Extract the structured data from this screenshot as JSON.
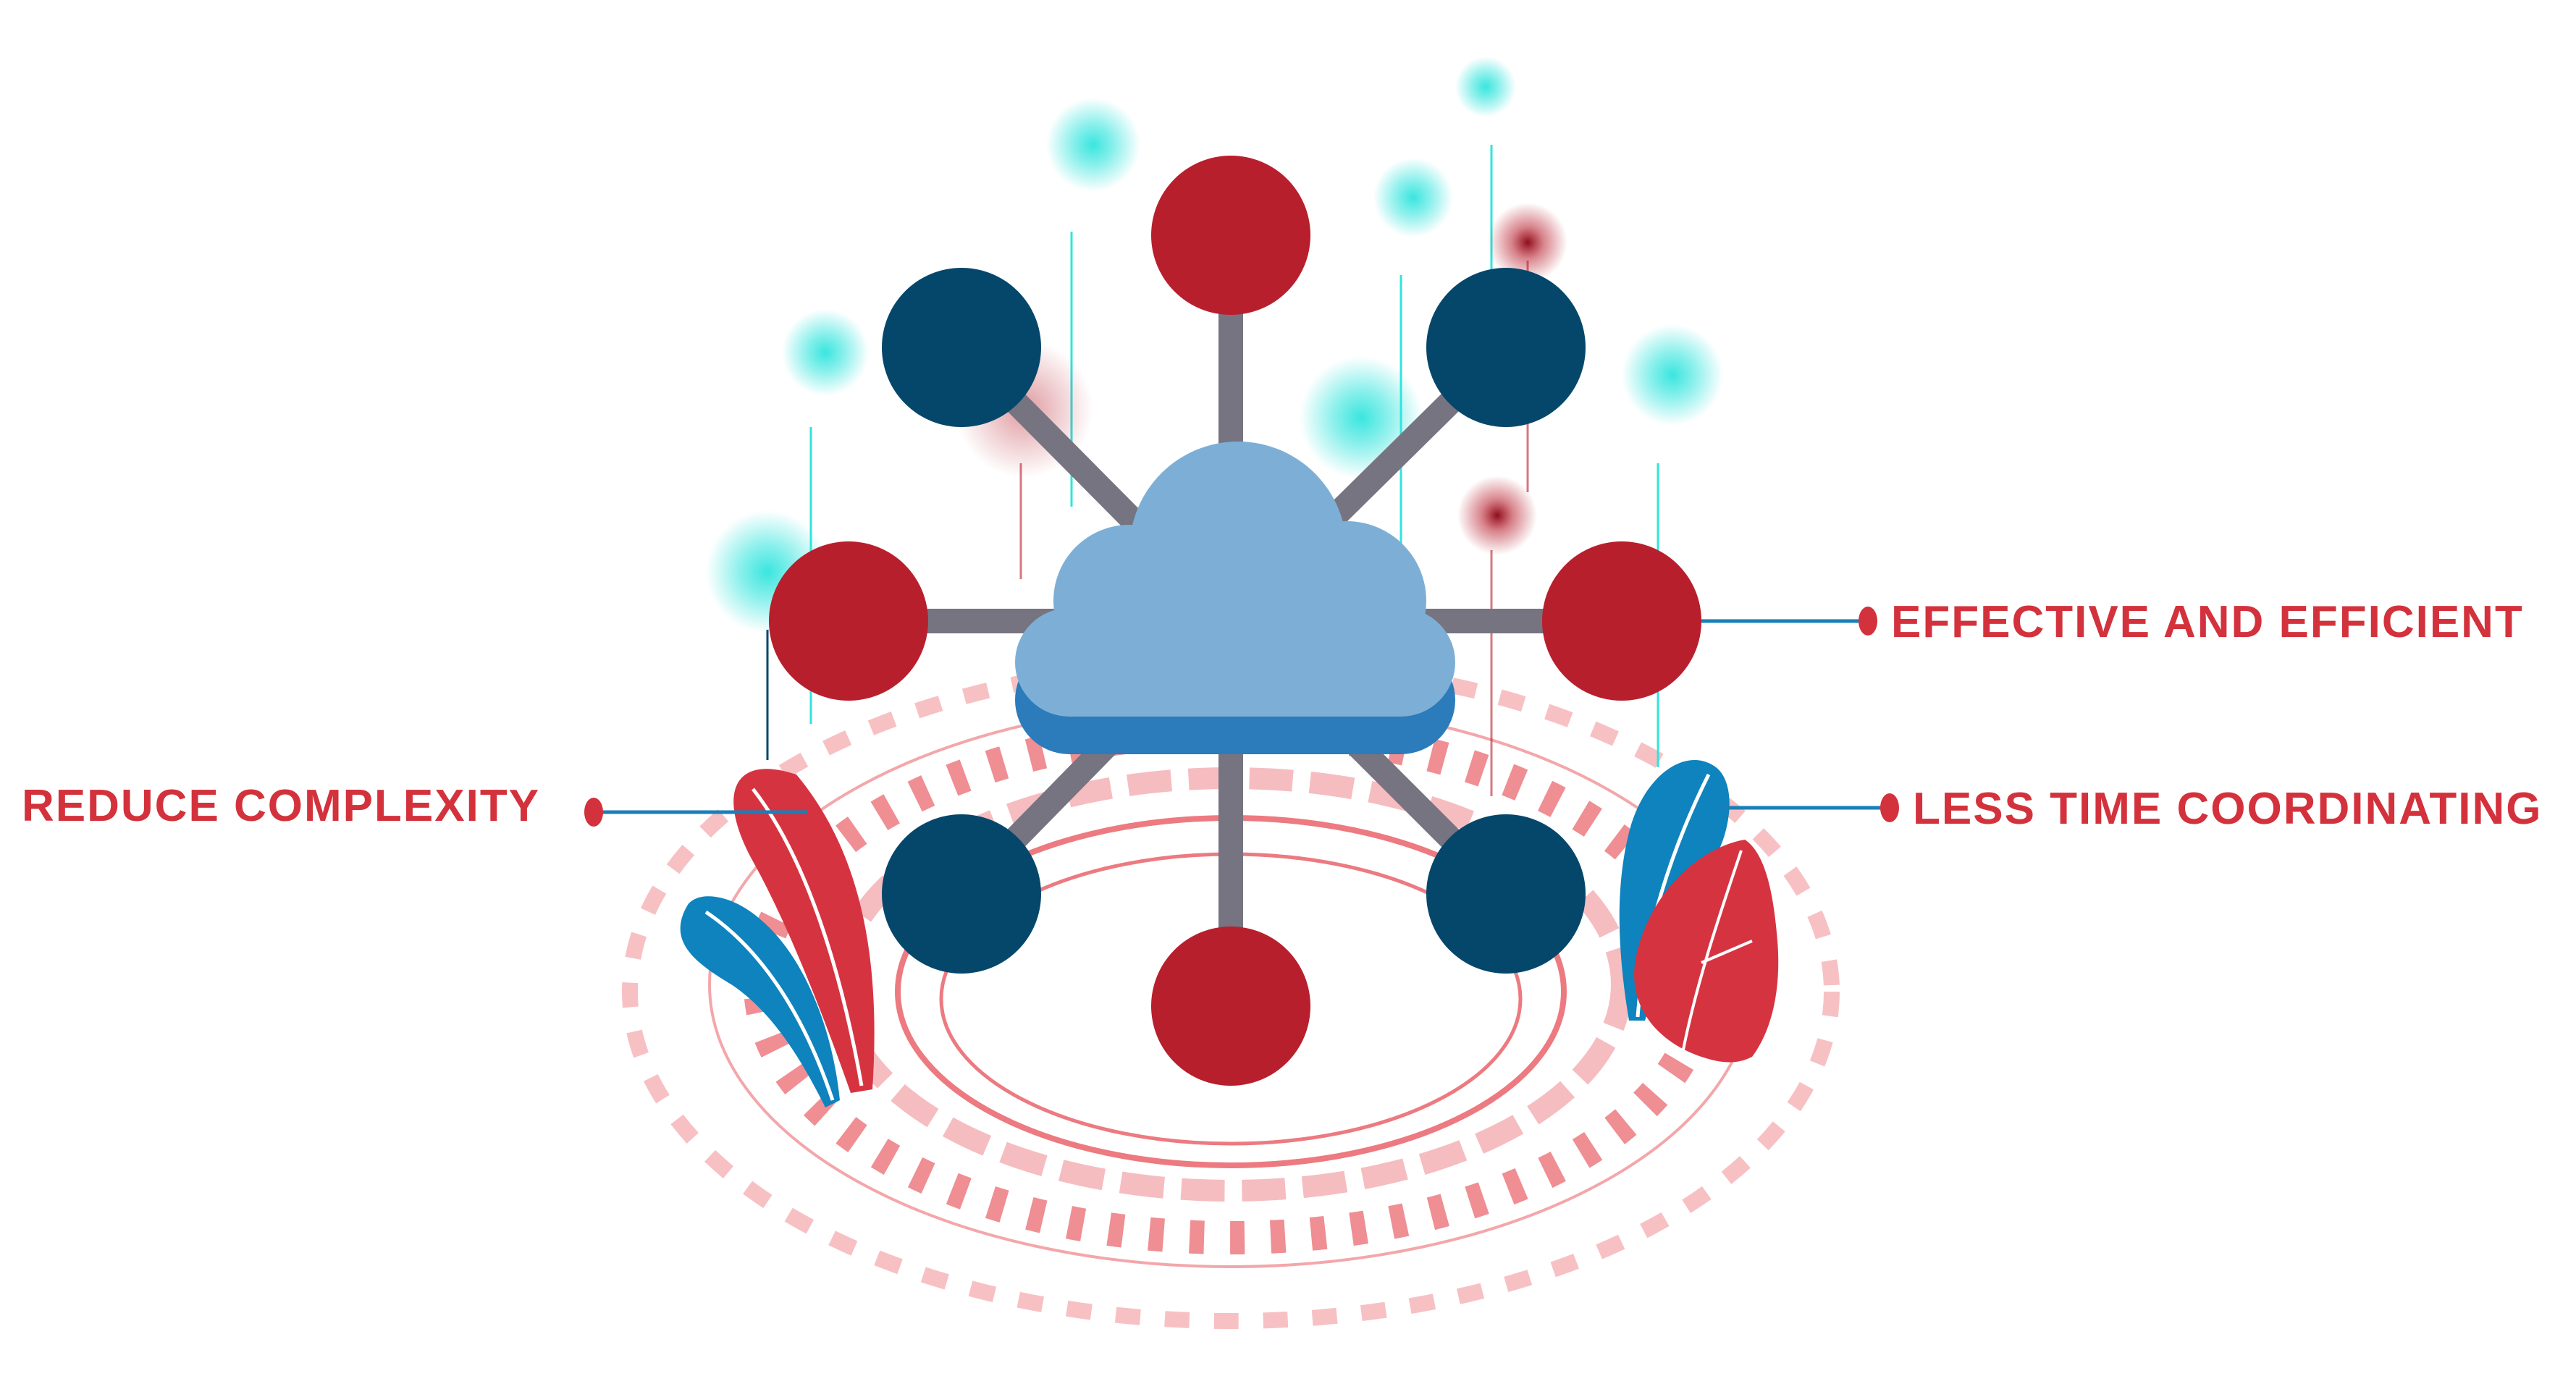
{
  "labels": {
    "reduce_complexity": "REDUCE COMPLEXITY",
    "effective_and_efficient": "EFFECTIVE AND EFFICIENT",
    "less_time_coordinating": "LESS TIME COORDINATING"
  },
  "colors": {
    "label_red": "#d3323c",
    "node_red": "#b81f2d",
    "node_navy": "#05476b",
    "connector_gray": "#767480",
    "cloud_light": "#7dafd6",
    "cloud_dark": "#2c7bba",
    "leaf_red": "#d63341",
    "leaf_blue": "#0e83bd",
    "ring_pink": "#f3a7ab",
    "ring_red": "#ec7a80",
    "glow_cyan": "#30e4dd",
    "callout_line": "#1a7fb8"
  },
  "icons": {
    "center": "cloud-icon",
    "left_plant": "leaf-icon",
    "right_plant": "leaf-icon"
  }
}
